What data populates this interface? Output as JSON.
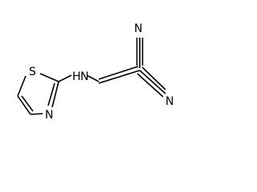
{
  "atoms": {
    "nitrile_n_top": "N",
    "nitrile_n_right": "N",
    "amine_nh": "H",
    "amine_n": "N",
    "ring_s": "S",
    "ring_n": "N"
  },
  "colors": {
    "bond": "#000000",
    "label": "#000000",
    "background": "#ffffff"
  }
}
